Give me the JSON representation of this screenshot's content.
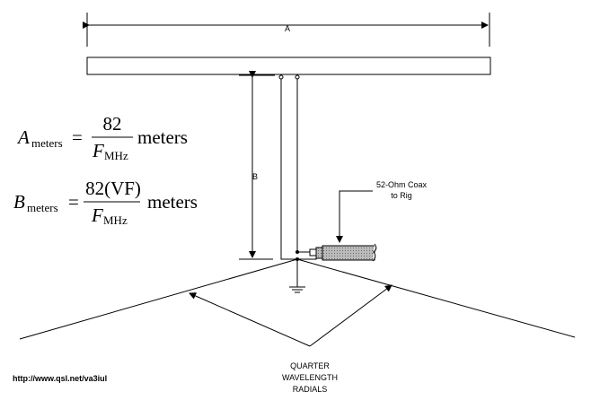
{
  "dimensions": {
    "a_label": "A",
    "b_label": "B"
  },
  "formula_a": {
    "lhs": "A",
    "lhs_sub": "meters",
    "numerator": "82",
    "denominator": "F",
    "denominator_sub": "MHz",
    "unit": "meters"
  },
  "formula_b": {
    "lhs": "B",
    "lhs_sub": "meters",
    "numerator": "82(VF)",
    "denominator": "F",
    "denominator_sub": "MHz",
    "unit": "meters"
  },
  "coax_label": {
    "line1": "52-Ohm Coax",
    "line2": "to Rig"
  },
  "radials_label": {
    "line1": "QUARTER",
    "line2": "WAVELENGTH",
    "line3": "RADIALS"
  },
  "url": "http://www.qsl.net/va3iul"
}
